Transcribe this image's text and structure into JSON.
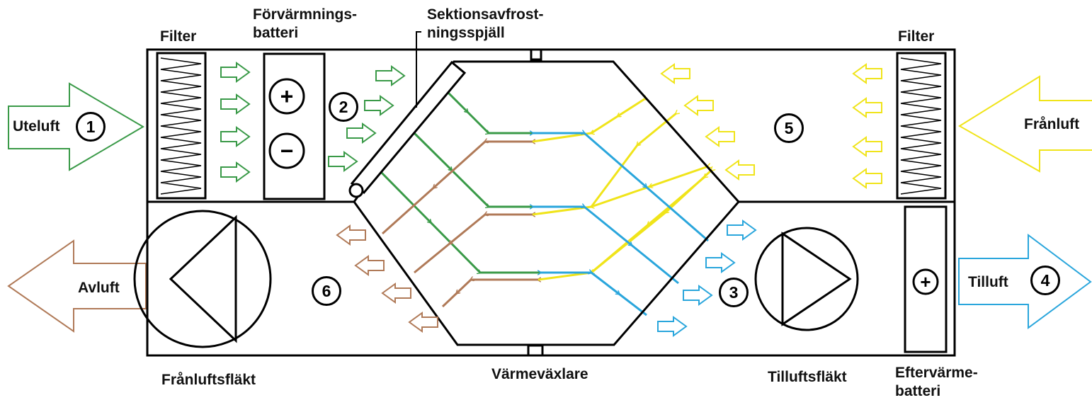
{
  "labels": {
    "filter_left": "Filter",
    "preheater": "Förvärmnings-\nbatteri",
    "damper": "Sektionsavfrost-\nningsspjäll",
    "filter_right": "Filter",
    "outdoor_air": "Uteluft",
    "extract_air": "Frånluft",
    "exhaust_air": "Avluft",
    "supply_air": "Tilluft",
    "extract_fan": "Frånluftsfläkt",
    "heat_exchanger": "Värmeväxlare",
    "supply_fan": "Tilluftsfläkt",
    "reheater": "Eftervärme-\nbatteri"
  },
  "markers": [
    "1",
    "2",
    "3",
    "4",
    "5",
    "6"
  ],
  "symbols": {
    "plus": "+",
    "minus": "−"
  },
  "colors": {
    "outdoor": "#3a9a48",
    "extract": "#f0e41a",
    "exhaust": "#b07a58",
    "supply": "#2aa6dc",
    "line": "#000000"
  }
}
